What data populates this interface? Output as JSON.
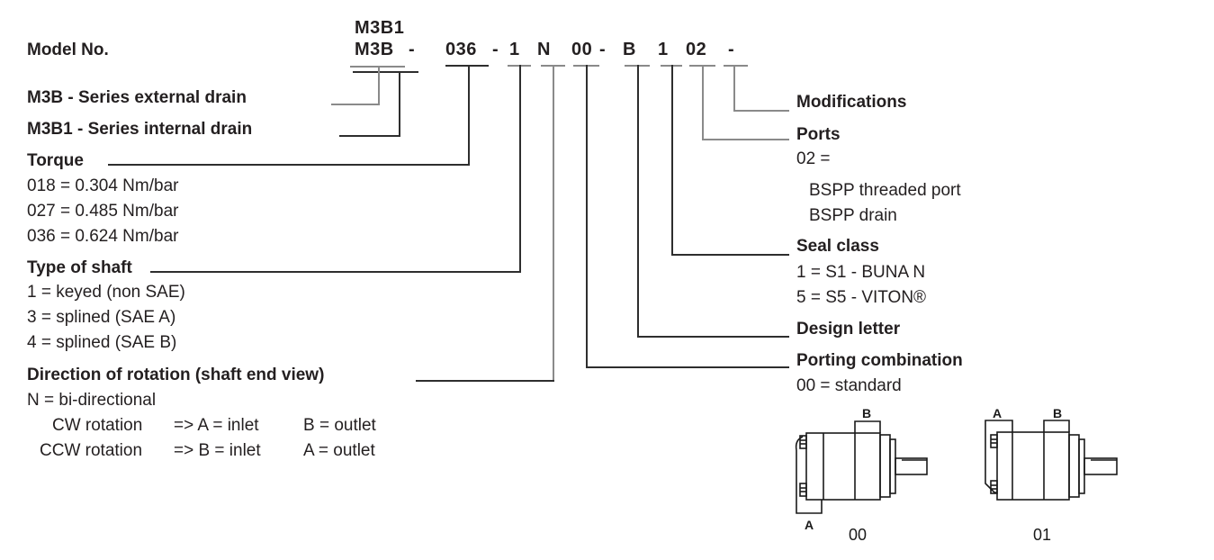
{
  "labels": {
    "model_no": "Model No."
  },
  "code": {
    "line1": "M3B1",
    "segments": [
      "M3B",
      "-",
      "036",
      "-",
      "1",
      "N",
      "00",
      "-",
      "B",
      "1",
      "02",
      "-"
    ]
  },
  "left": {
    "external": "M3B - Series external drain",
    "internal": "M3B1 - Series internal drain",
    "torque": {
      "heading": "Torque",
      "items": [
        "018 = 0.304 Nm/bar",
        "027 = 0.485 Nm/bar",
        "036 = 0.624 Nm/bar"
      ]
    },
    "shaft": {
      "heading": "Type of shaft",
      "items": [
        "1 = keyed (non SAE)",
        "3 = splined (SAE A)",
        "4 = splined (SAE B)"
      ]
    },
    "direction": {
      "heading": "Direction of rotation (shaft end view)",
      "n_line": "N = bi-directional",
      "rows": [
        {
          "label": "CW rotation",
          "mid": "=> A = inlet",
          "right": "B = outlet"
        },
        {
          "label": "CCW rotation",
          "mid": "=> B = inlet",
          "right": "A = outlet"
        }
      ]
    }
  },
  "right": {
    "modifications": {
      "heading": "Modifications"
    },
    "ports": {
      "heading": "Ports",
      "code_line": "02 =",
      "items": [
        "BSPP threaded port",
        "BSPP drain"
      ]
    },
    "seal": {
      "heading": "Seal class",
      "items": [
        "1 = S1 - BUNA N",
        "5 = S5 - VITON®"
      ]
    },
    "design": {
      "heading": "Design letter"
    },
    "porting": {
      "heading": "Porting combination",
      "items": [
        "00 = standard"
      ]
    }
  },
  "figures": {
    "motor00": {
      "caption": "00",
      "top_port": "B",
      "bottom_port": "A"
    },
    "motor01": {
      "caption": "01",
      "left_port": "A",
      "right_port": "B"
    }
  },
  "colors": {
    "text": "#231f20",
    "line_dark": "#2e2e2e",
    "line_gray": "#8a8a8a",
    "background": "#ffffff"
  }
}
